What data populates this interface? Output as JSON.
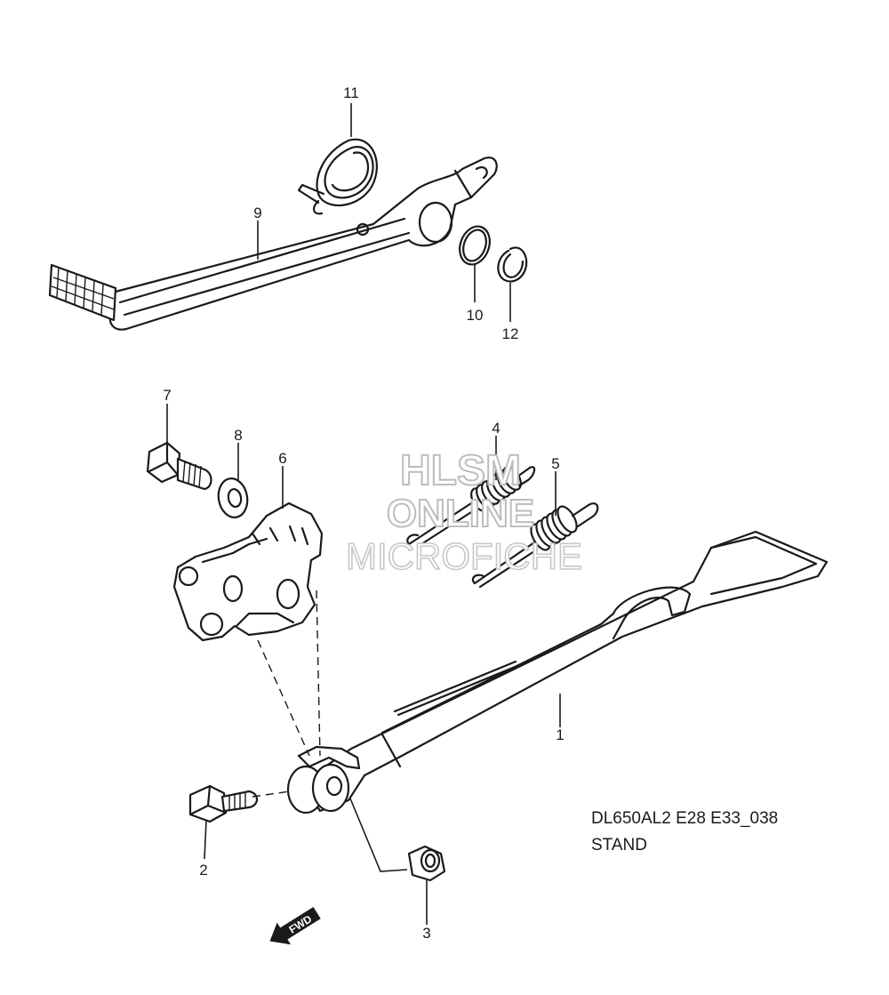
{
  "callouts": {
    "c1": "1",
    "c2": "2",
    "c3": "3",
    "c4": "4",
    "c5": "5",
    "c6": "6",
    "c7": "7",
    "c8": "8",
    "c9": "9",
    "c10": "10",
    "c11": "11",
    "c12": "12"
  },
  "caption": {
    "model": "DL650AL2 E28 E33_038",
    "title": "STAND"
  },
  "watermark": {
    "line1": "HLSM",
    "line2": "ONLINE",
    "line3": "MICROFICHE"
  },
  "direction_arrow": {
    "label": "FWD"
  }
}
